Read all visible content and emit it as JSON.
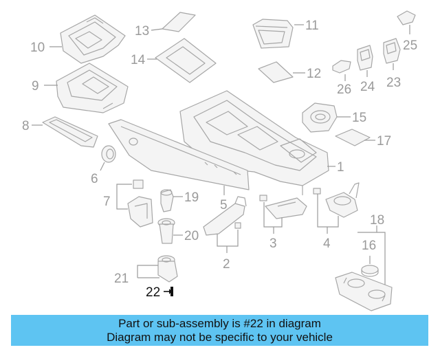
{
  "diagram": {
    "callouts": {
      "c1": "1",
      "c2": "2",
      "c3": "3",
      "c4": "4",
      "c5": "5",
      "c6": "6",
      "c7": "7",
      "c8": "8",
      "c9": "9",
      "c10": "10",
      "c11": "11",
      "c12": "12",
      "c13": "13",
      "c14": "14",
      "c15": "15",
      "c16": "16",
      "c17": "17",
      "c18": "18",
      "c19": "19",
      "c20": "20",
      "c21": "21",
      "c22": "22",
      "c23": "23",
      "c24": "24",
      "c25": "25",
      "c26": "26"
    },
    "highlighted_part": "22",
    "colors": {
      "callout": "#9a9a9a",
      "highlight": "#111111",
      "banner": "#5ec4f2"
    }
  },
  "banner": {
    "line1": "Part or sub-assembly is #22 in diagram",
    "line2": "Diagram may not be specific to your vehicle"
  }
}
